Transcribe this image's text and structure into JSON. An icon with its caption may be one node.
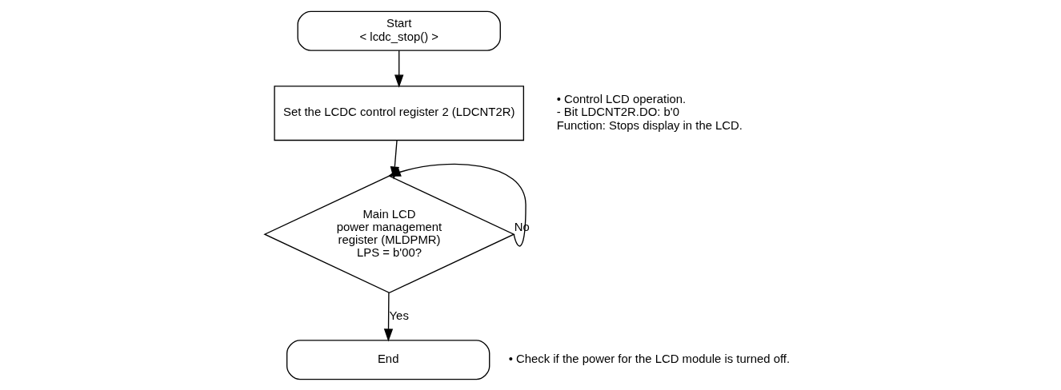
{
  "diagram": {
    "nodes": [
      {
        "text": [
          "Start",
          "< lcdc_stop() >"
        ]
      },
      {
        "text": [
          "Set the LCDC control register 2 (LDCNT2R)"
        ],
        "beside": [
          "• Control LCD operation.",
          "- Bit LDCNT2R.DO: b'0",
          "Function: Stops display in the LCD."
        ]
      },
      {
        "text": [
          "Main LCD power management register (MLDPMR) LPS = b'00?"
        ]
      },
      {
        "text": [
          "End"
        ]
      }
    ],
    "edges": [
      {
        "from": 0,
        "to": 1,
        "arrow": "to"
      },
      {
        "from": 1,
        "to": 2,
        "arrow": "to"
      },
      {
        "from": 2,
        "to": 3,
        "arrow": "to",
        "label": "Yes"
      },
      {
        "from": 2,
        "to": 2,
        "arrow": "to",
        "label": "No"
      }
    ],
    "labels": [
      "• Check if the power for the LCD module is turned off."
    ]
  }
}
